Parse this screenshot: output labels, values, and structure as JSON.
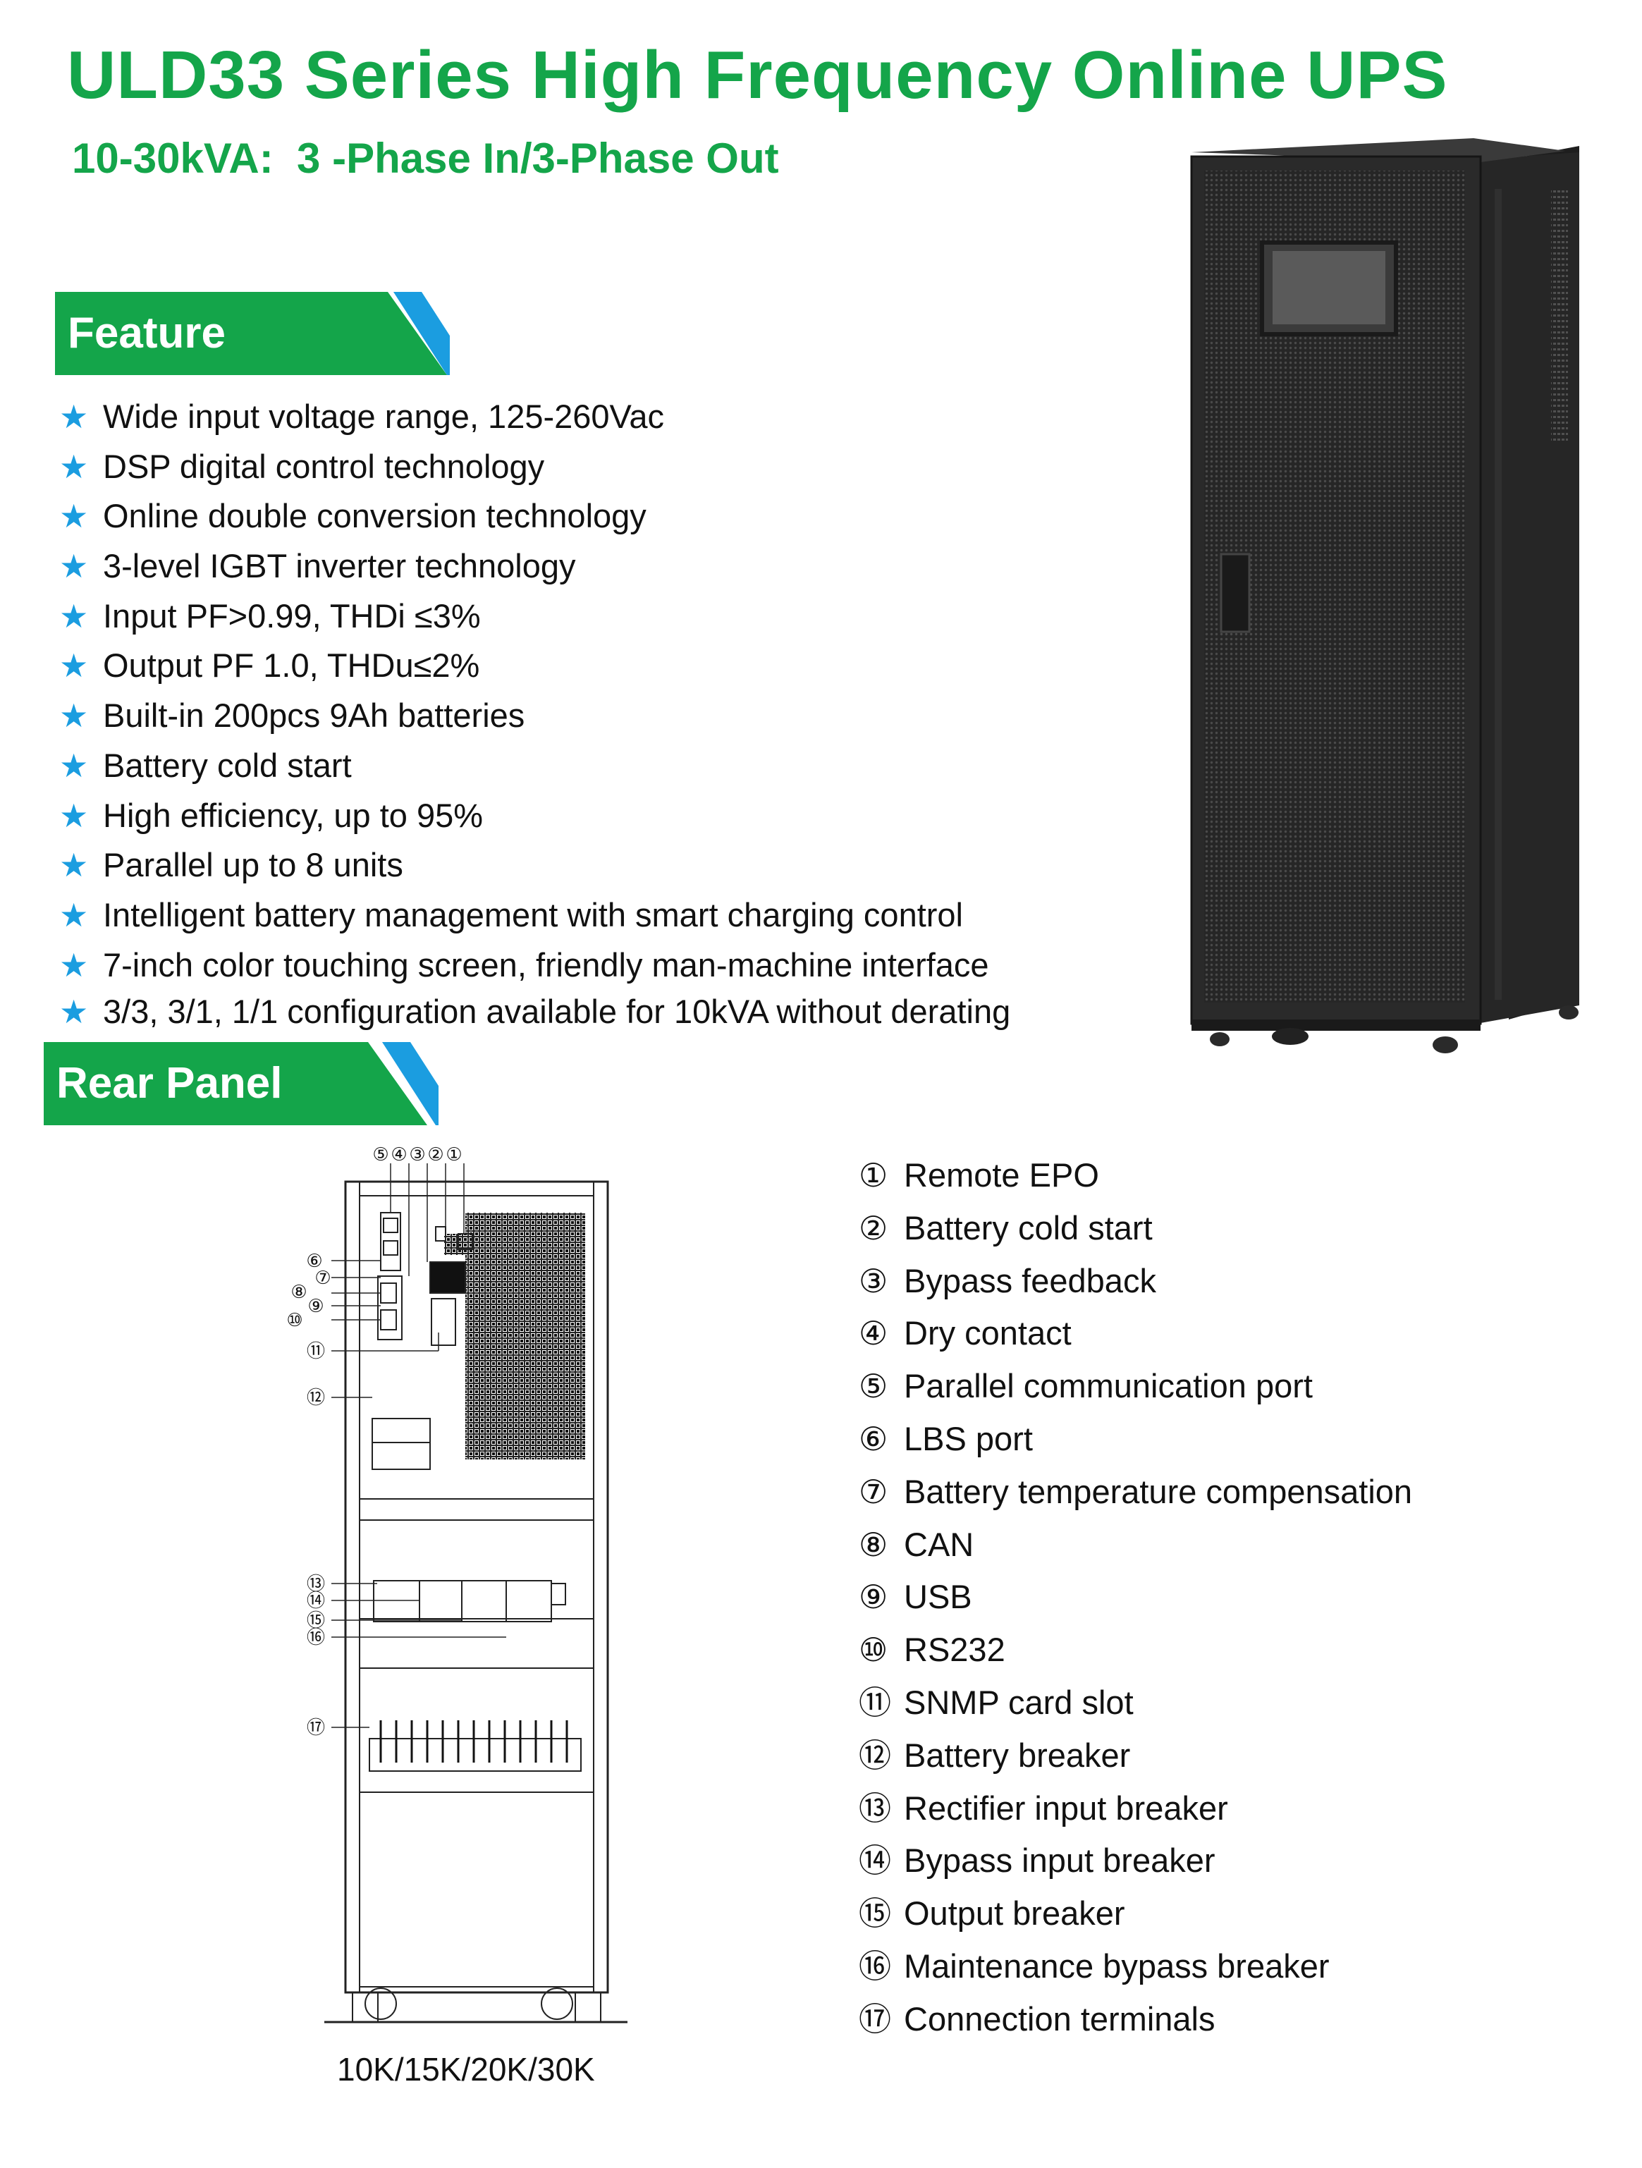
{
  "header": {
    "title": "ULD33 Series High Frequency Online UPS",
    "subtitle": "10-30kVA:  3 -Phase In/3-Phase Out"
  },
  "colors": {
    "brand_green": "#14a54a",
    "accent_blue": "#1b9de0",
    "cabinet": "#2c2c2c"
  },
  "feature_section": {
    "heading": "Feature",
    "bullet_icon": "star-icon",
    "items": [
      "Wide input voltage range, 125-260Vac",
      "DSP digital control technology",
      "Online double conversion technology",
      "3-level IGBT inverter technology",
      "Input PF>0.99, THDi ≤3%",
      "Output PF 1.0, THDu≤2%",
      "Built-in 200pcs 9Ah batteries",
      "Battery cold start",
      "High efficiency, up to 95%",
      "Parallel up to 8 units",
      "Intelligent battery management with smart charging control",
      "7-inch color touching screen, friendly man-machine interface",
      "3/3, 3/1, 1/1 configuration available for 10kVA without derating"
    ]
  },
  "rear_panel_section": {
    "heading": "Rear Panel",
    "model_caption": "10K/15K/20K/30K",
    "items": [
      {
        "num": "①",
        "label": "Remote EPO"
      },
      {
        "num": "②",
        "label": "Battery cold start"
      },
      {
        "num": "③",
        "label": "Bypass feedback"
      },
      {
        "num": "④",
        "label": "Dry contact"
      },
      {
        "num": "⑤",
        "label": "Parallel communication port"
      },
      {
        "num": "⑥",
        "label": "LBS port"
      },
      {
        "num": "⑦",
        "label": "Battery temperature compensation"
      },
      {
        "num": "⑧",
        "label": "CAN"
      },
      {
        "num": "⑨",
        "label": "USB"
      },
      {
        "num": "⑩",
        "label": "RS232"
      },
      {
        "num": "⑪",
        "label": "SNMP card slot"
      },
      {
        "num": "⑫",
        "label": "Battery breaker"
      },
      {
        "num": "⑬",
        "label": "Rectifier input breaker"
      },
      {
        "num": "⑭",
        "label": "Bypass input breaker"
      },
      {
        "num": "⑮",
        "label": "Output breaker"
      },
      {
        "num": "⑯",
        "label": "Maintenance bypass breaker"
      },
      {
        "num": "⑰",
        "label": "Connection terminals"
      }
    ],
    "diagram_callouts": [
      "⑤",
      "④",
      "③",
      "②",
      "①",
      "⑥",
      "⑦",
      "⑧",
      "⑨",
      "⑩",
      "⑪",
      "⑫",
      "⑬",
      "⑭",
      "⑮",
      "⑯",
      "⑰"
    ]
  }
}
